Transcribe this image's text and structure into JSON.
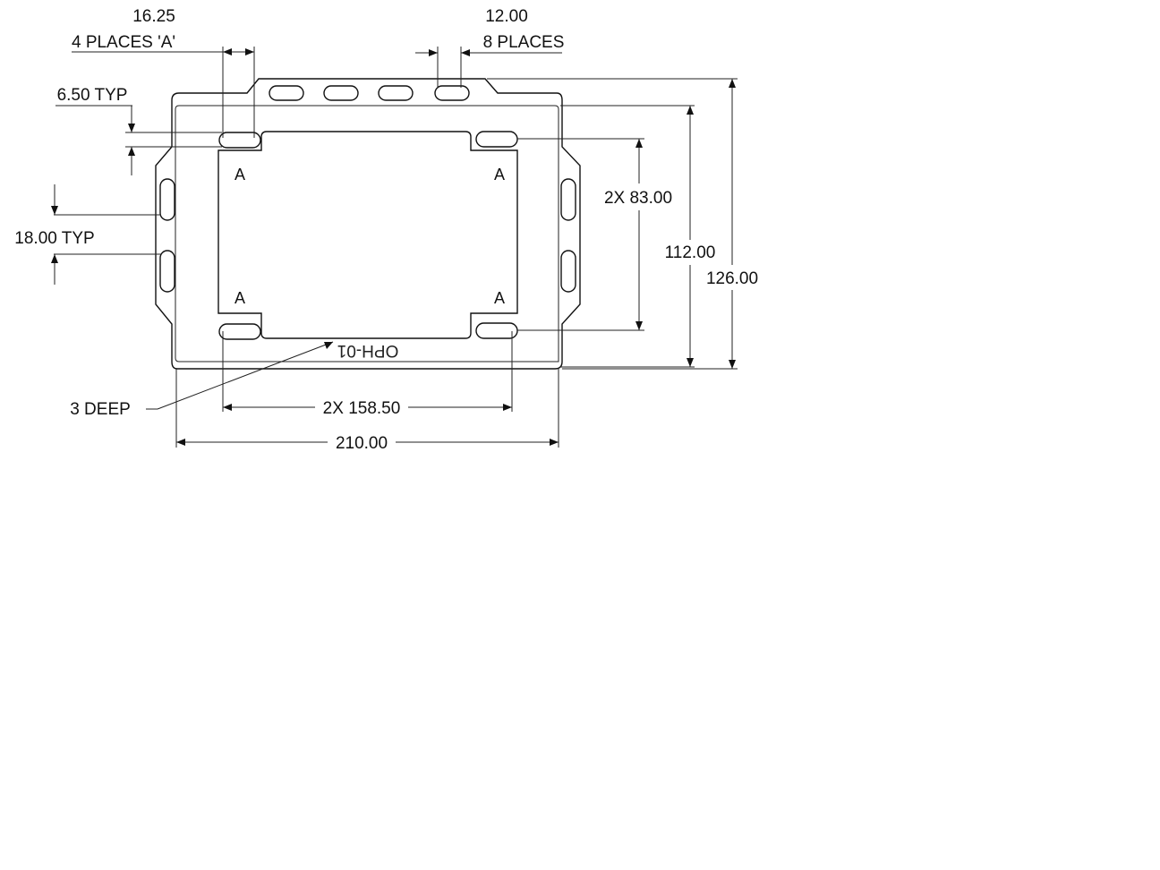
{
  "dimensions": {
    "slot_width": "16.25",
    "places_a": "4 PLACES 'A'",
    "slot_length": "12.00",
    "places_8": "8 PLACES",
    "typ_offset": "6.50 TYP",
    "typ_spacing": "18.00 TYP",
    "inner_height": "2X 83.00",
    "mid_height": "112.00",
    "overall_height": "126.00",
    "depth": "3 DEEP",
    "inner_width": "2X 158.50",
    "overall_width": "210.00"
  },
  "callouts": {
    "corner_label": "A"
  },
  "engraving": "OPH-01"
}
